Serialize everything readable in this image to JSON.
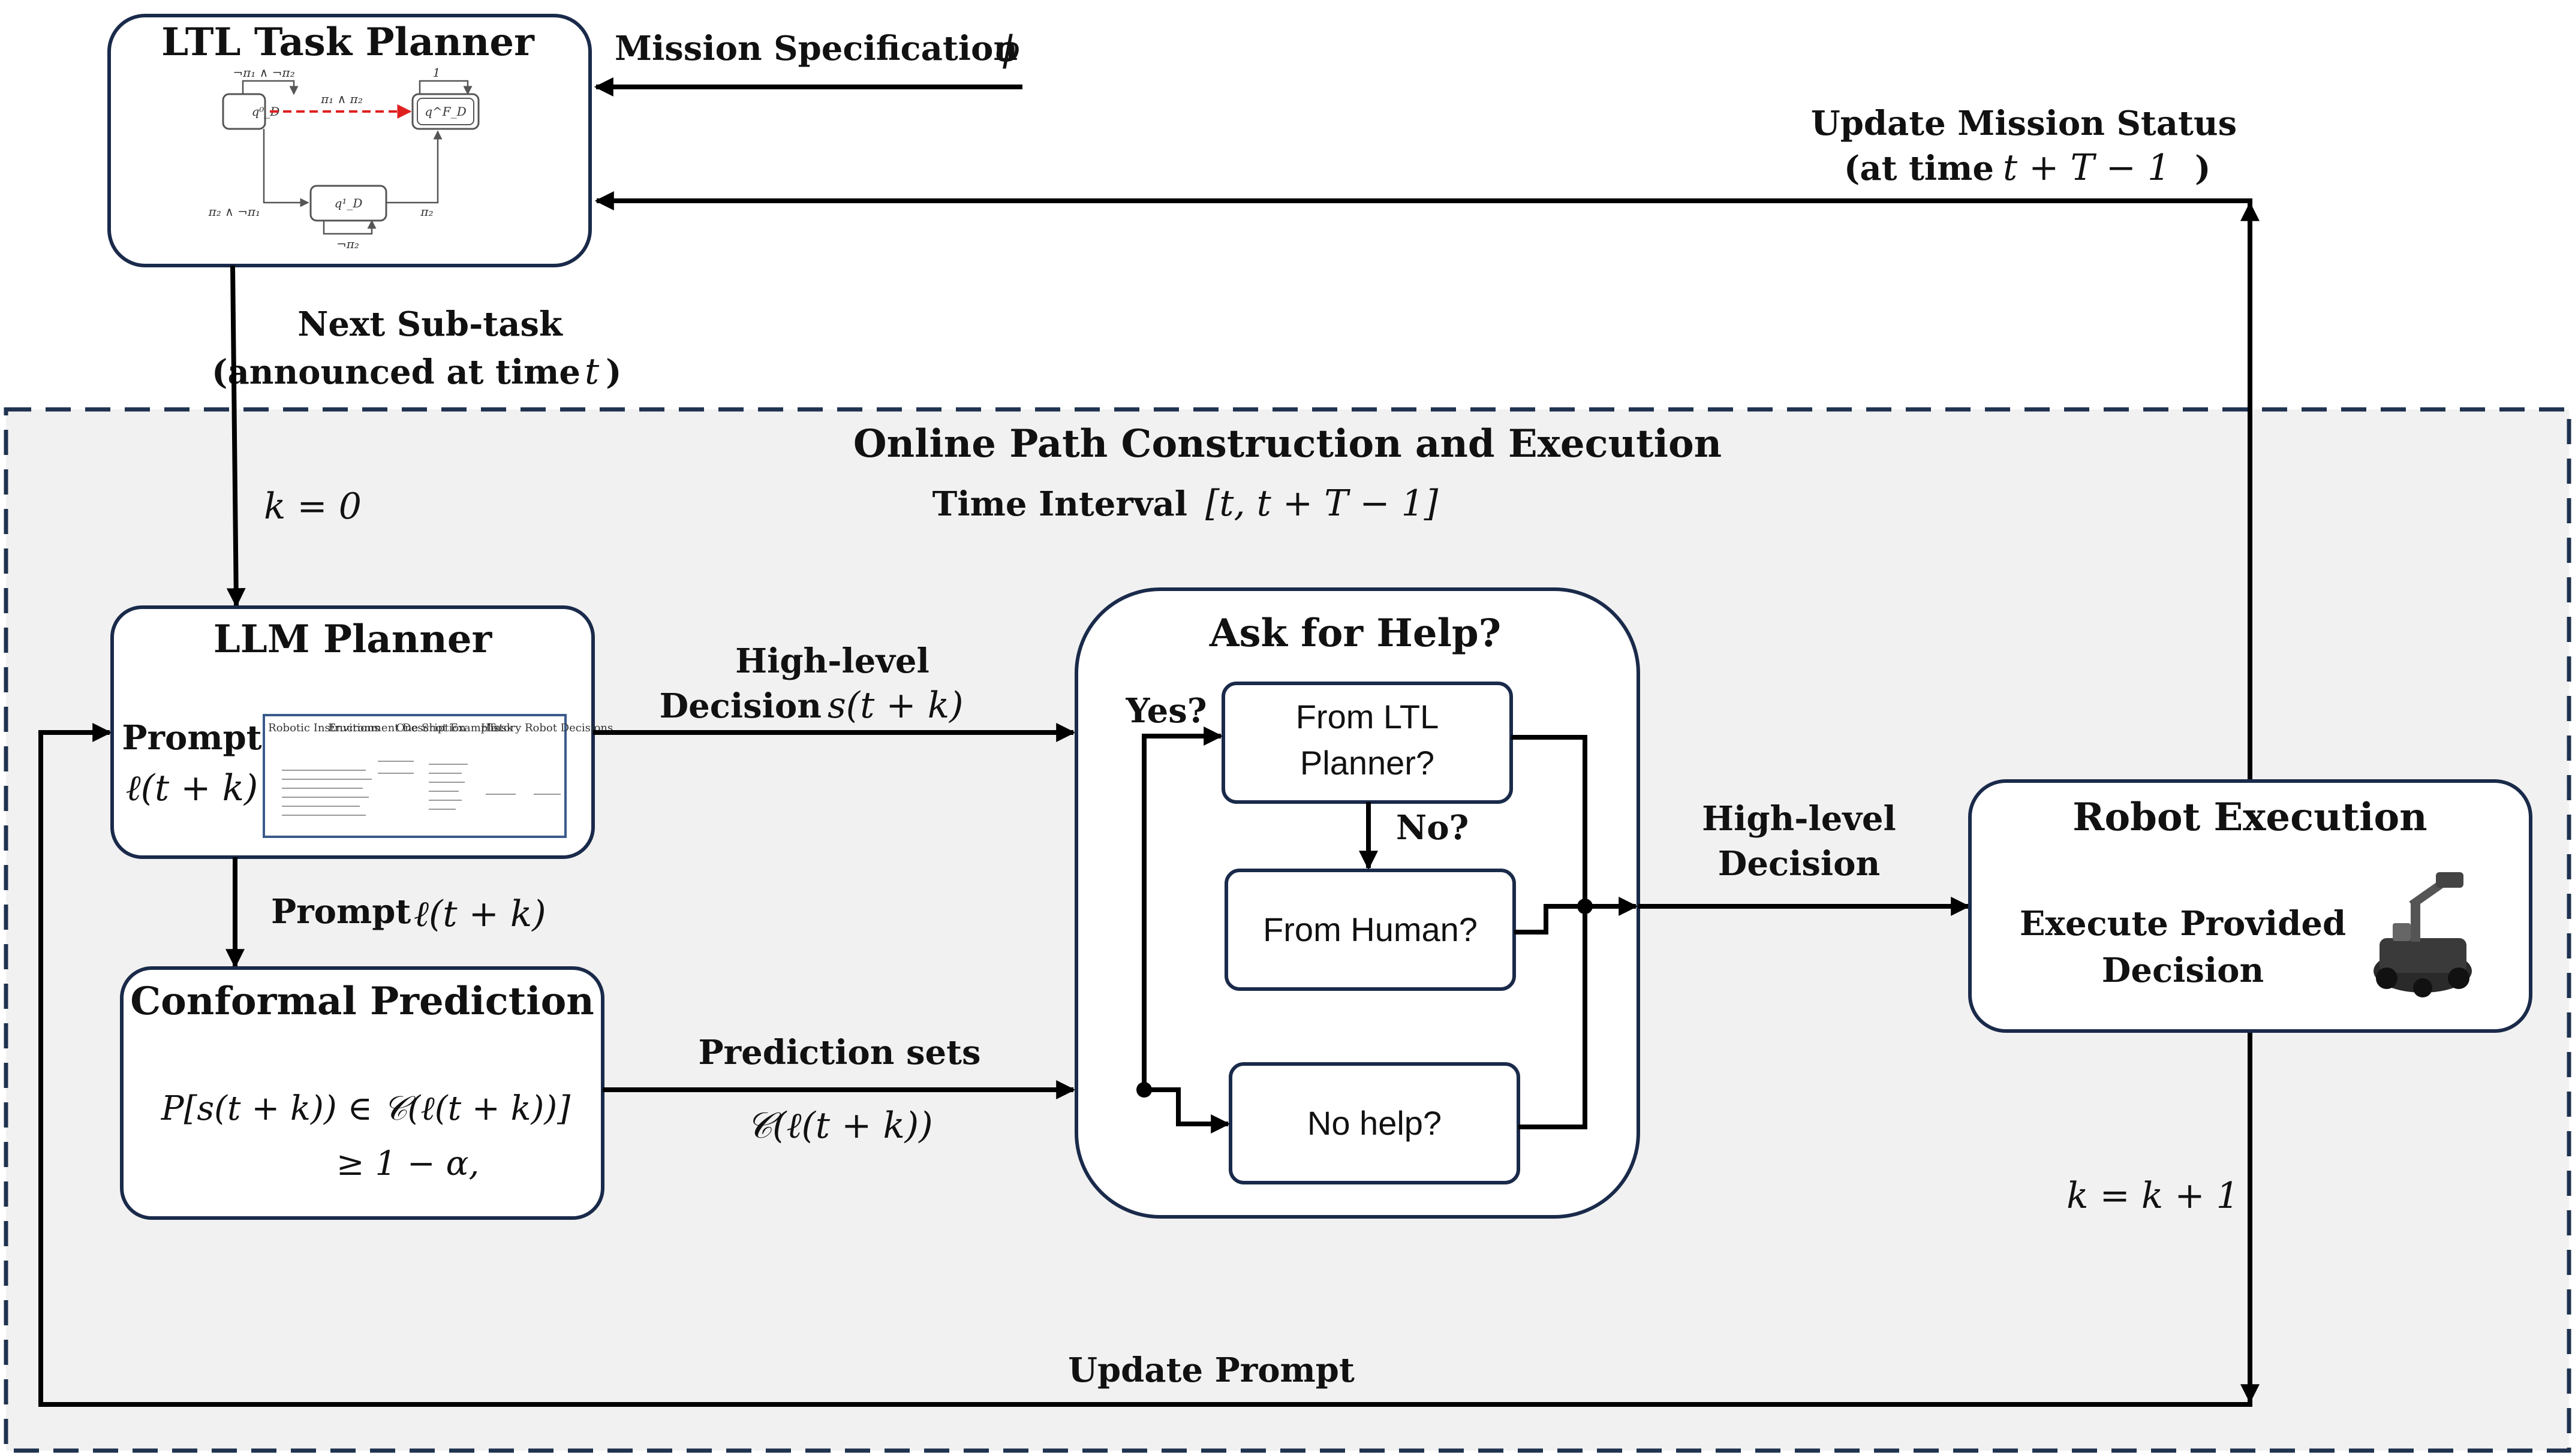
{
  "colors": {
    "region_fill": "#f1f1f1",
    "region_border": "#1f3350",
    "box_border": "#1a2a4a",
    "line": "#000000",
    "dashed_transition": "#e02020"
  },
  "ltl_planner": {
    "title": "LTL Task Planner",
    "automaton": {
      "q0": "q⁰_D",
      "qF": "q^F_D",
      "q1": "q¹_D",
      "self_loop_q0": "¬π₁ ∧ ¬π₂",
      "self_loop_qF": "1",
      "q0_to_qF": "π₁ ∧ π₂",
      "q0_to_q1": "π₂ ∧ ¬π₁",
      "q1_to_qF": "π₂",
      "self_loop_q1": "¬π₂"
    }
  },
  "mission_spec": {
    "label": "Mission Specification",
    "symbol": "ϕ"
  },
  "update_status": {
    "line1": "Update Mission Status",
    "line2_prefix": "(at time",
    "line2_math": "t + T − 1",
    "line2_suffix": ")"
  },
  "next_subtask": {
    "line1": "Next Sub-task",
    "line2_prefix": "(announced at time",
    "line2_math": "t",
    "line2_suffix": ")"
  },
  "k_init": "k = 0",
  "k_update": "k = k + 1",
  "online_region": {
    "title": "Online Path Construction and Execution",
    "interval_label": "Time Interval",
    "interval_math": "[t, t + T − 1]"
  },
  "llm_planner": {
    "title": "LLM Planner",
    "prompt_label": "Prompt",
    "prompt_math": "ℓ(t + k)",
    "thumbnail_headers": [
      "Robotic Instructions",
      "Environment Description",
      "One Shot Example",
      "Task",
      "History Robot Decisions"
    ]
  },
  "prompt_edge": {
    "label": "Prompt",
    "math": "ℓ(t + k)"
  },
  "high_level_edge": {
    "line1": "High-level",
    "line2_prefix": "Decision",
    "line2_math": "s(t + k)"
  },
  "conformal": {
    "title": "Conformal Prediction",
    "line1": "P[s(t + k)) ∈ 𝒞(ℓ(t + k))]",
    "line2": "≥ 1 − α,"
  },
  "prediction_sets": {
    "label": "Prediction sets",
    "math": "𝒞(ℓ(t + k))"
  },
  "ask_help": {
    "title": "Ask for Help?",
    "yes_label": "Yes?",
    "no_label": "No?",
    "from_ltl_line1": "From LTL",
    "from_ltl_line2": "Planner?",
    "from_human": "From Human?",
    "no_help": "No help?"
  },
  "decision_edge": {
    "line1": "High-level",
    "line2": "Decision"
  },
  "robot": {
    "title": "Robot Execution",
    "line1": "Execute Provided",
    "line2": "Decision"
  },
  "update_prompt": "Update Prompt"
}
